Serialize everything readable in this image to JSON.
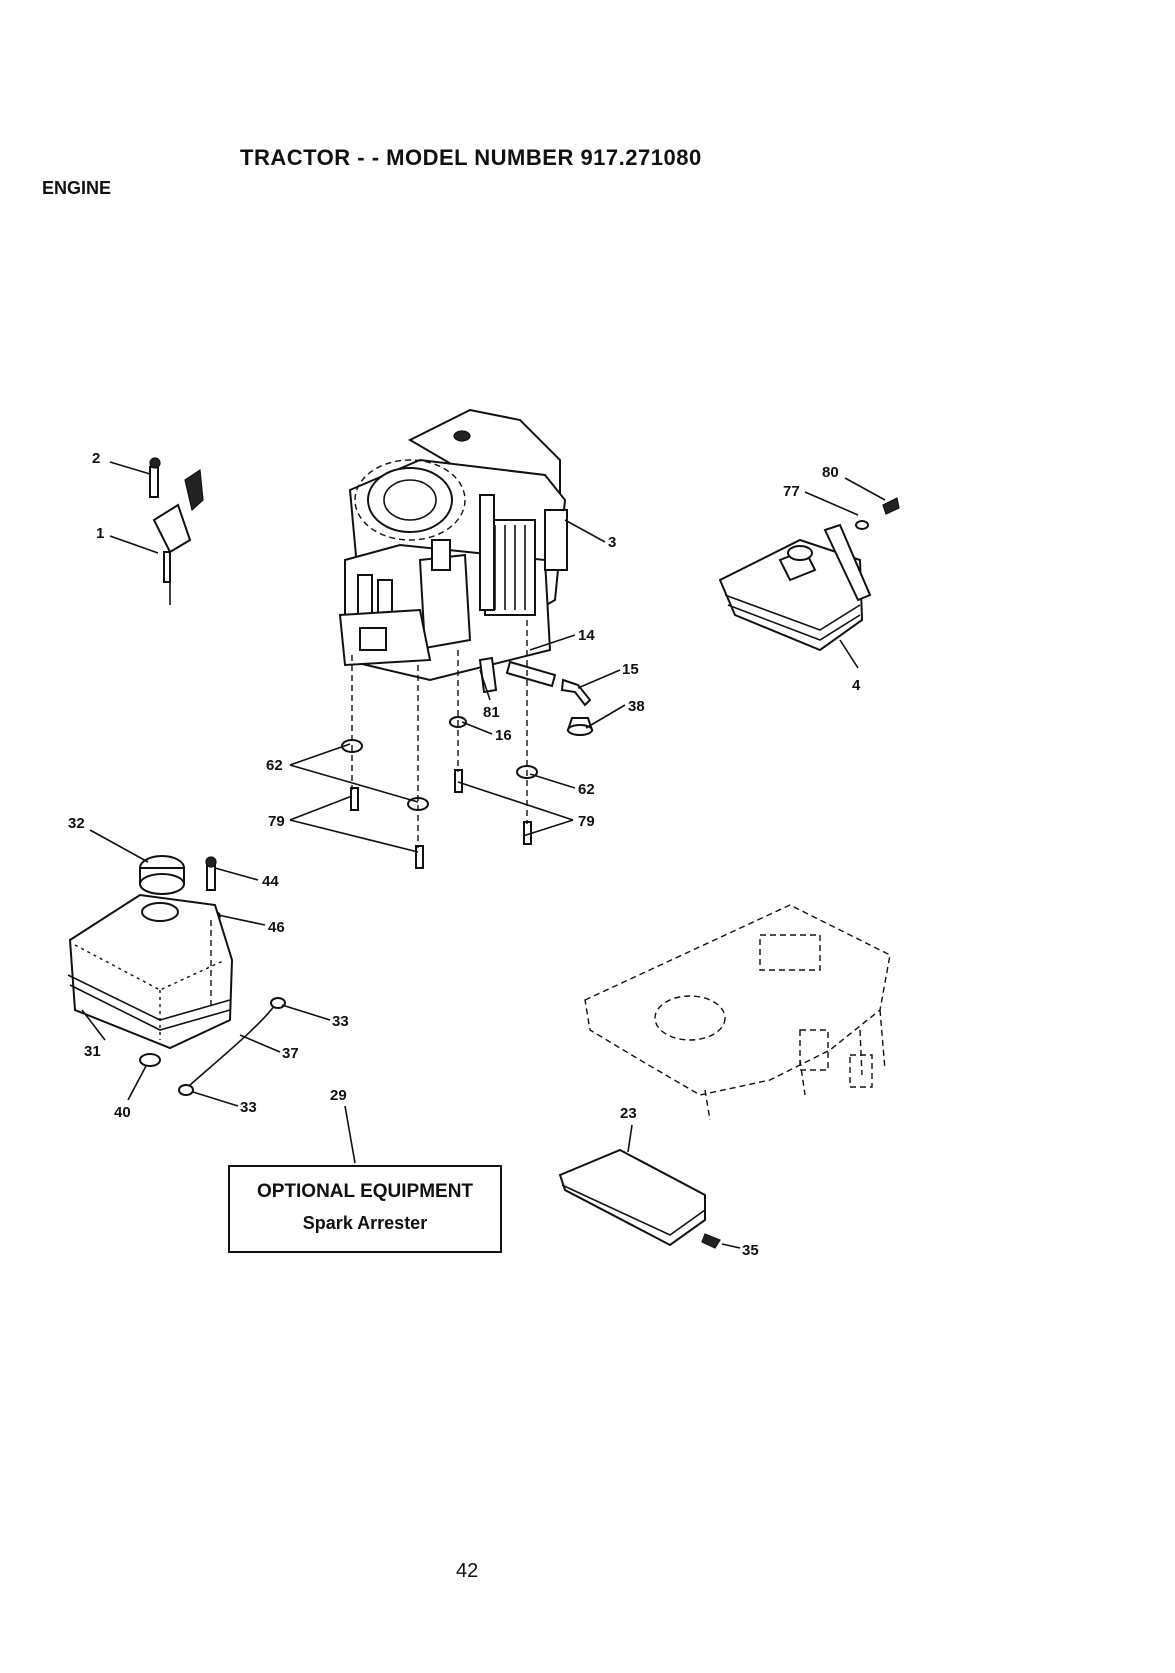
{
  "header": {
    "title": "TRACTOR - - MODEL NUMBER 917.271080",
    "section": "ENGINE"
  },
  "optional_equipment": {
    "title": "OPTIONAL EQUIPMENT",
    "item": "Spark Arrester"
  },
  "page_number": "42",
  "callouts": [
    "2",
    "1",
    "3",
    "80",
    "77",
    "4",
    "14",
    "15",
    "38",
    "81",
    "16",
    "62",
    "62",
    "79",
    "79",
    "32",
    "44",
    "46",
    "31",
    "33",
    "37",
    "40",
    "33",
    "29",
    "23",
    "35"
  ]
}
